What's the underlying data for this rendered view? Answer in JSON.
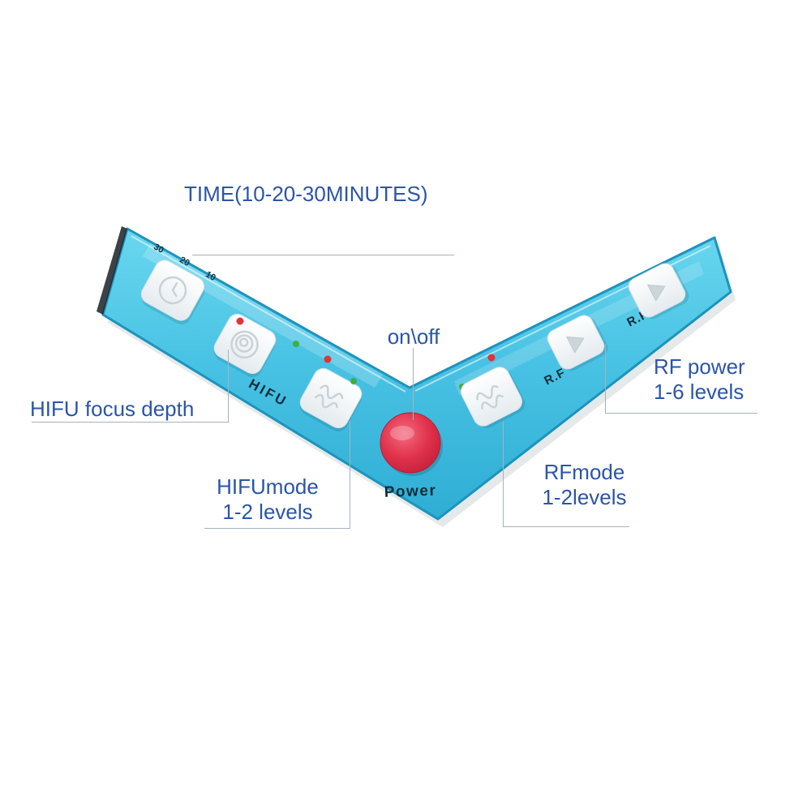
{
  "annotations": {
    "time": {
      "label": "TIME(10-20-30MINUTES)"
    },
    "on_off": {
      "label": "on\\off"
    },
    "hifu_focus_depth": {
      "label": "HIFU focus depth"
    },
    "hifu_mode": {
      "line1": "HIFUmode",
      "line2": "1-2 levels"
    },
    "rf_mode": {
      "line1": "RFmode",
      "line2": "1-2levels"
    },
    "rf_power": {
      "line1": "RF power",
      "line2": "1-6 levels"
    }
  },
  "panel": {
    "timer_marks": [
      "30",
      "20",
      "10"
    ],
    "hifu_label": "HIFU",
    "power_label": "Power",
    "rf_labels": [
      "R.F",
      "R.F"
    ],
    "icons": {
      "timer_button": "clock-icon",
      "focus_button": "focus-depth-rings-icon",
      "mode_buttons": "sine-wave-icon",
      "level_buttons": "triangle-arrow-icon"
    },
    "colors": {
      "panel_blue": "#49C3E2",
      "panel_border": "#1D93BC",
      "power_button_red": "#E0314B",
      "led_red": "#E23338",
      "led_green": "#3FAE3F",
      "annotation_blue": "#2B55A8"
    }
  }
}
